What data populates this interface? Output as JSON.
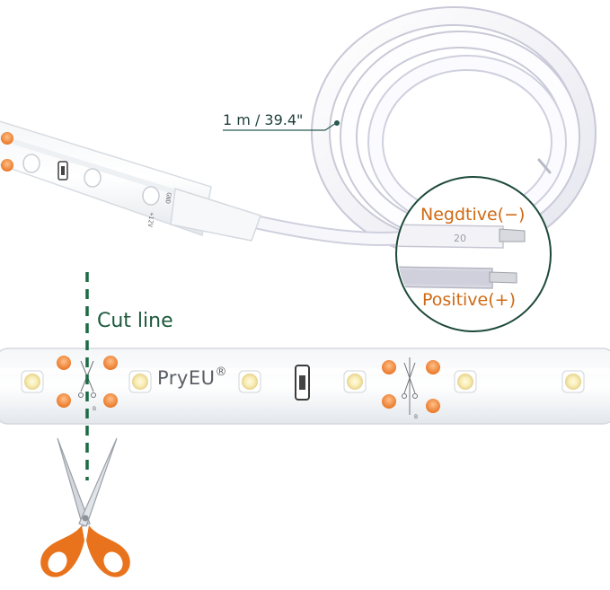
{
  "labels": {
    "length": "1 m / 39.4\"",
    "negative": "Negdtive(−)",
    "positive": "Positive(+)",
    "cut_line": "Cut line",
    "brand": "PryEU",
    "brand_mark": "®"
  },
  "strip_markings": {
    "gnd": "GND",
    "v12": "+12V",
    "pad": "B"
  },
  "wire_print": "20",
  "colors": {
    "accent_orange": "#cf6a14",
    "cut_line_green": "#1c6b45",
    "callout_teal": "#1e3f3a",
    "led_warm": "#f8ecb4",
    "pad_orange": "#f08a3a",
    "scissors_handle": "#e8731c"
  }
}
